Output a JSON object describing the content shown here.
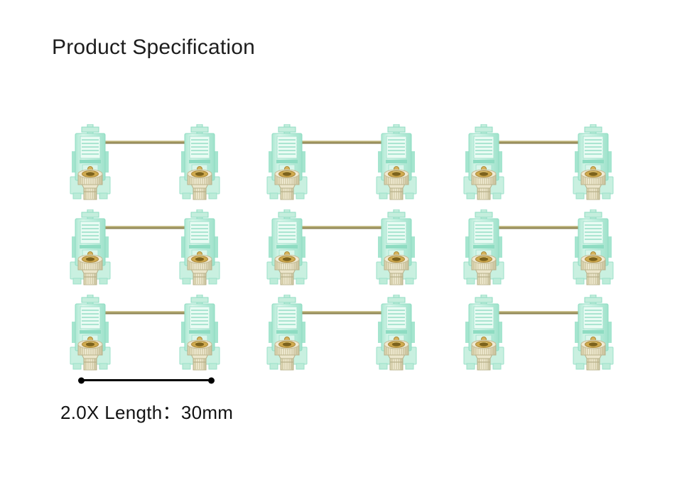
{
  "page": {
    "background": "#ffffff"
  },
  "header": {
    "title": "Product Specification",
    "color": "#1d1d1d"
  },
  "product_grid": {
    "count": 9,
    "rows": 3,
    "columns": 3,
    "item": "screw-in-stabilizer-with-wire-photo",
    "colors": {
      "housing_mint": "#bfeedd",
      "housing_mint_light": "#e9fbf3",
      "housing_mint_dark": "#8edcc2",
      "base_plate_mint": "#c9f0e0",
      "wire_gold": "#a89d66",
      "wire_highlight": "#ddd6a8",
      "wire_shadow": "#7f7648",
      "brass": "#cfa94e",
      "brass_hole": "#7c621d",
      "cream": "#efe9d1",
      "cream_shadow": "#c9c29b"
    }
  },
  "dimension_annotation": {
    "label": "2.0X Length：30mm",
    "line_color": "#000000",
    "text_color": "#121212"
  }
}
